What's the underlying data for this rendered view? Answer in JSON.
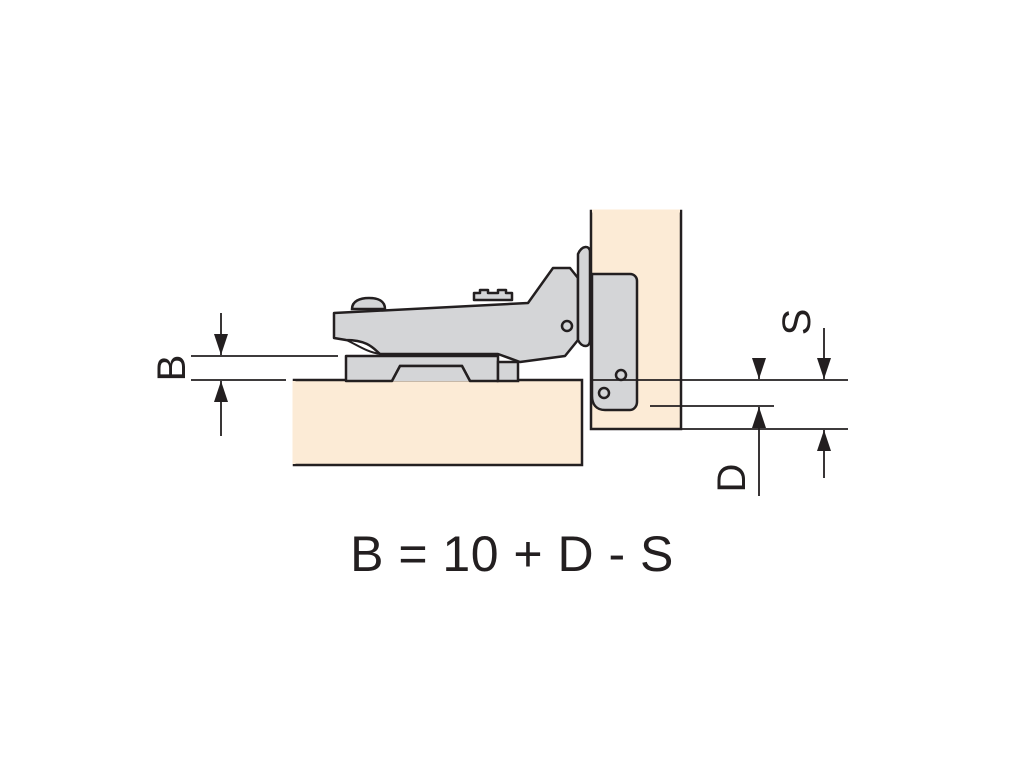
{
  "labels": {
    "b": "B",
    "d": "D",
    "s": "S"
  },
  "formula": "B = 10 + D - S",
  "colors": {
    "wood": "#fcebd6",
    "hinge_metal": "#d4d5d7",
    "line": "#231f20",
    "background": "#ffffff"
  }
}
